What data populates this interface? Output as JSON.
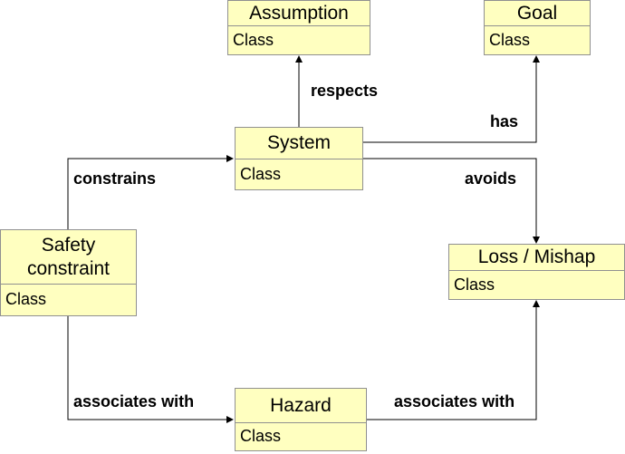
{
  "nodes": {
    "assumption": {
      "title": "Assumption",
      "body": "Class"
    },
    "goal": {
      "title": "Goal",
      "body": "Class"
    },
    "system": {
      "title": "System",
      "body": "Class"
    },
    "safety_constraint": {
      "title": "Safety constraint",
      "body": "Class"
    },
    "loss": {
      "title": "Loss / Mishap",
      "body": "Class"
    },
    "hazard": {
      "title": "Hazard",
      "body": "Class"
    }
  },
  "edges": {
    "respects": "respects",
    "has": "has",
    "constrains": "constrains",
    "avoids": "avoids",
    "associates_left": "associates with",
    "associates_right": "associates with"
  },
  "colors": {
    "node_fill": "#ffffc0",
    "node_border": "#909090",
    "line": "#000000"
  }
}
